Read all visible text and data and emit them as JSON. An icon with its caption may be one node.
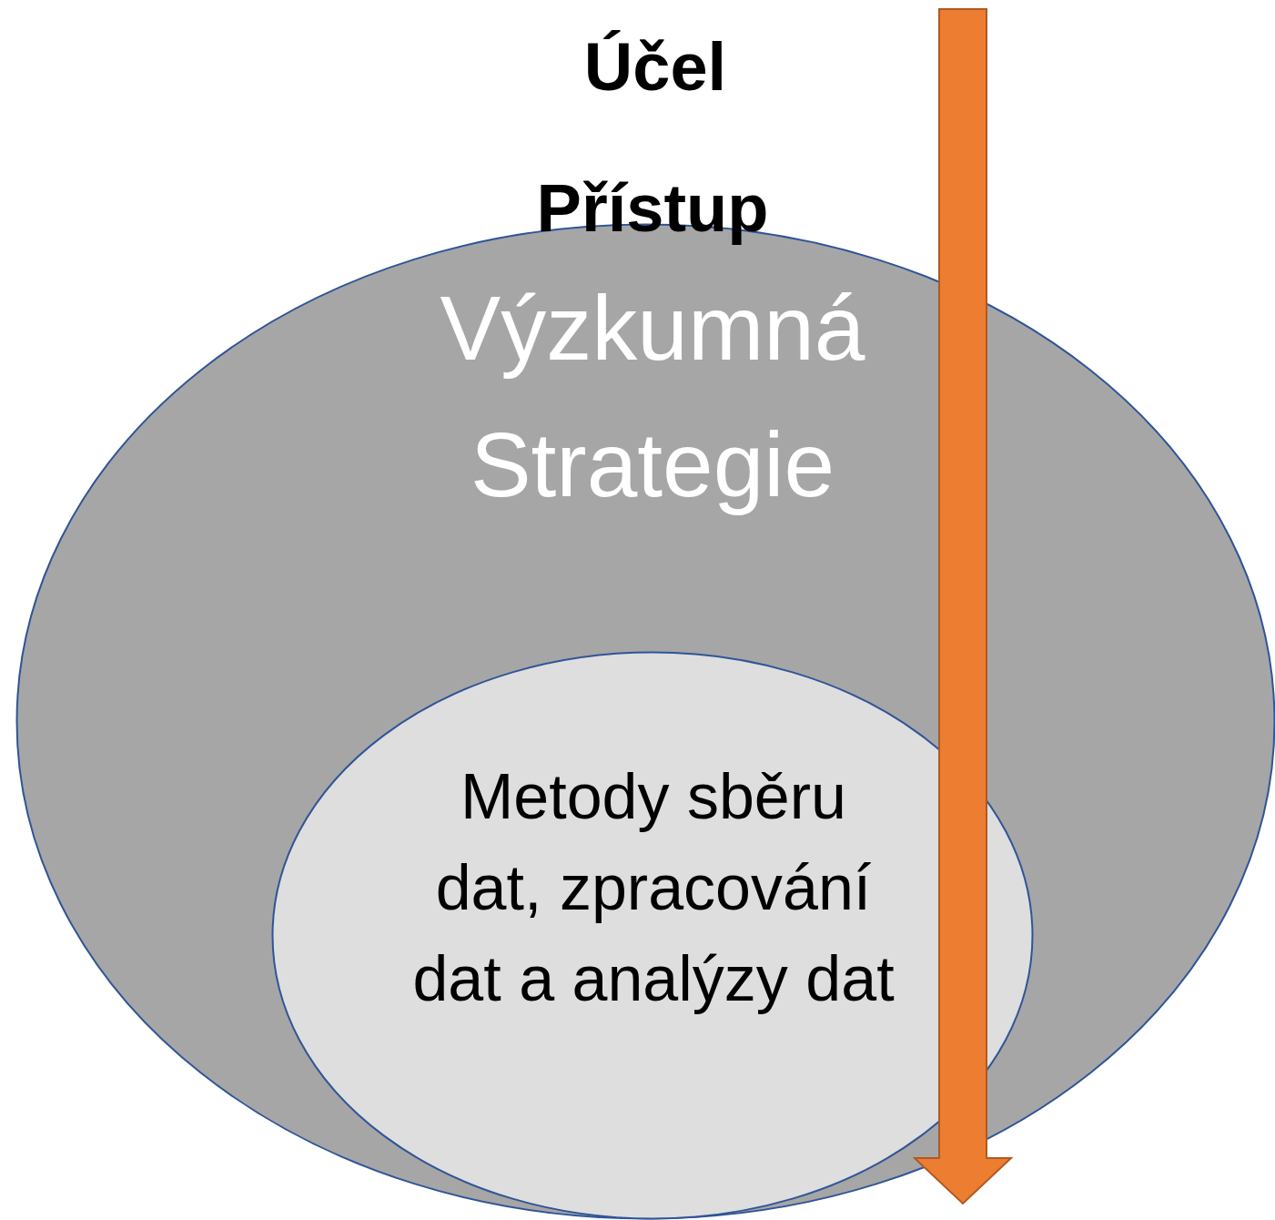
{
  "diagram": {
    "nodes": [
      {
        "text": [
          "Přístup",
          "Výzkumná Strategie"
        ]
      },
      {
        "text": [
          "Metody sběru dat, zpracování dat a analýzy dat"
        ],
        "in": 0
      }
    ],
    "edges": [],
    "labels": [
      "Účel"
    ]
  }
}
